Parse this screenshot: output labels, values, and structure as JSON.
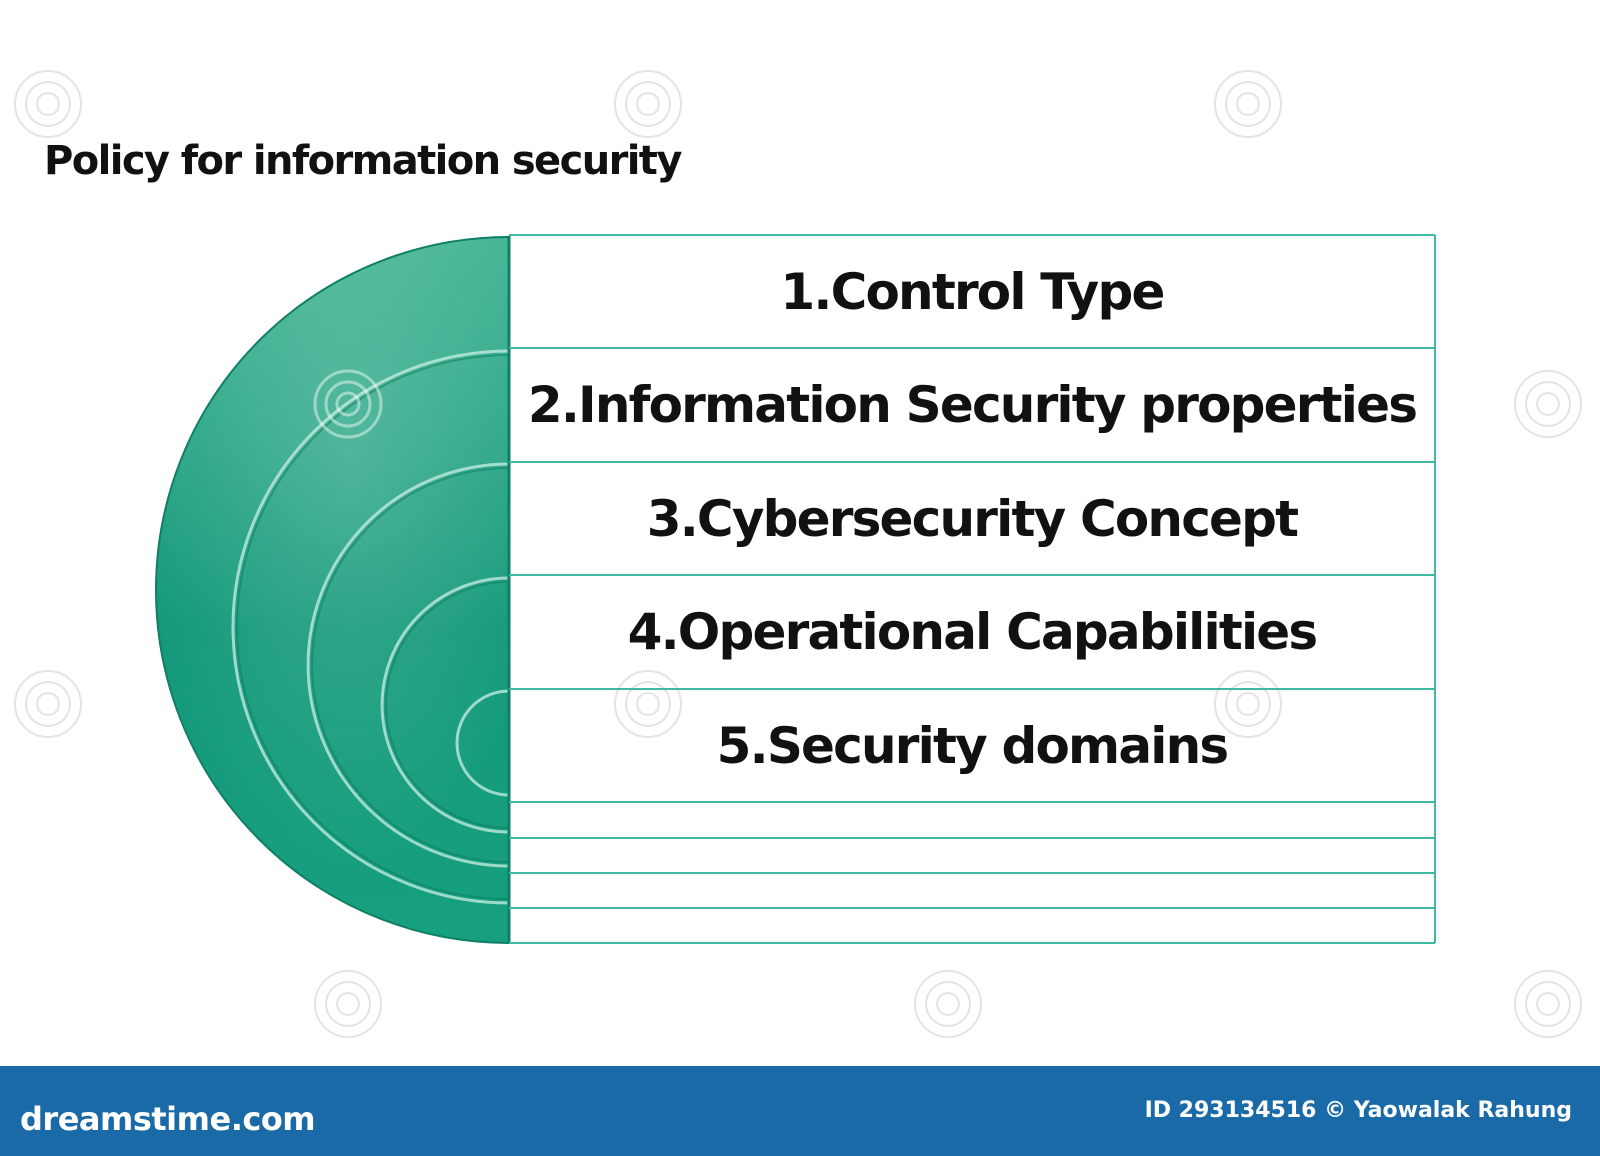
{
  "title": "Policy for information security",
  "items": [
    {
      "label": "1.Control Type"
    },
    {
      "label": "2.Information Security properties"
    },
    {
      "label": "3.Cybersecurity Concept"
    },
    {
      "label": "4.Operational Capabilities"
    },
    {
      "label": "5.Security domains"
    }
  ],
  "footer": {
    "logo": "dreamstime.com",
    "credit": "ID 293134516 © Yaowalak Rahung"
  },
  "colors": {
    "accent_green": "#1e9c7e",
    "line_teal": "#3fb8a4",
    "footer_blue": "#1a6aa8"
  },
  "icons": [
    "semicircle-graphic",
    "watermark-spiral-icon"
  ]
}
